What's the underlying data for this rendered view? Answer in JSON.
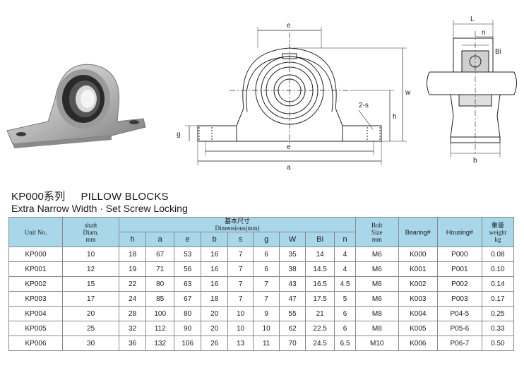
{
  "drawing_labels": {
    "front": {
      "e_top": "e",
      "w": "w",
      "h": "h",
      "g": "g",
      "two_s": "2-s",
      "e_bottom": "e",
      "a": "a"
    },
    "side": {
      "l": "L",
      "n": "n",
      "bi": "Bi",
      "b": "b"
    }
  },
  "title": {
    "series": "KP000系列",
    "name": "PILLOW BLOCKS",
    "subtitle": "Extra Narrow Width · Set Screw Locking"
  },
  "table": {
    "headers": {
      "unit": "Unit No.",
      "shaft": [
        "shaft",
        "Diam.",
        "mm"
      ],
      "dimensions": [
        "基本尺寸",
        "Dimensions(mm)"
      ],
      "dim_cols": [
        "h",
        "a",
        "e",
        "b",
        "s",
        "g",
        "W",
        "Bi",
        "n"
      ],
      "bolt": [
        "Bolt",
        "Size",
        "mm"
      ],
      "bearing": "Bearing#",
      "housing": "Housing#",
      "weight": [
        "重量",
        "weight",
        "kg"
      ]
    },
    "rows": [
      [
        "KP000",
        "10",
        "18",
        "67",
        "53",
        "16",
        "7",
        "6",
        "35",
        "14",
        "4",
        "M6",
        "K000",
        "P000",
        "0.08"
      ],
      [
        "KP001",
        "12",
        "19",
        "71",
        "56",
        "16",
        "7",
        "6",
        "38",
        "14.5",
        "4",
        "M6",
        "K001",
        "P001",
        "0.10"
      ],
      [
        "KP002",
        "15",
        "22",
        "80",
        "63",
        "16",
        "7",
        "7",
        "43",
        "16.5",
        "4.5",
        "M6",
        "K002",
        "P002",
        "0.14"
      ],
      [
        "KP003",
        "17",
        "24",
        "85",
        "67",
        "18",
        "7",
        "7",
        "47",
        "17.5",
        "5",
        "M6",
        "K003",
        "P003",
        "0.17"
      ],
      [
        "KP004",
        "20",
        "28",
        "100",
        "80",
        "20",
        "10",
        "9",
        "55",
        "21",
        "6",
        "M8",
        "K004",
        "P04-5",
        "0.25"
      ],
      [
        "KP005",
        "25",
        "32",
        "112",
        "90",
        "20",
        "10",
        "10",
        "62",
        "22.5",
        "6",
        "M8",
        "K005",
        "P05-6",
        "0.33"
      ],
      [
        "KP006",
        "30",
        "36",
        "132",
        "106",
        "26",
        "13",
        "11",
        "70",
        "24.5",
        "6.5",
        "M10",
        "K006",
        "P06-7",
        "0.50"
      ]
    ]
  }
}
